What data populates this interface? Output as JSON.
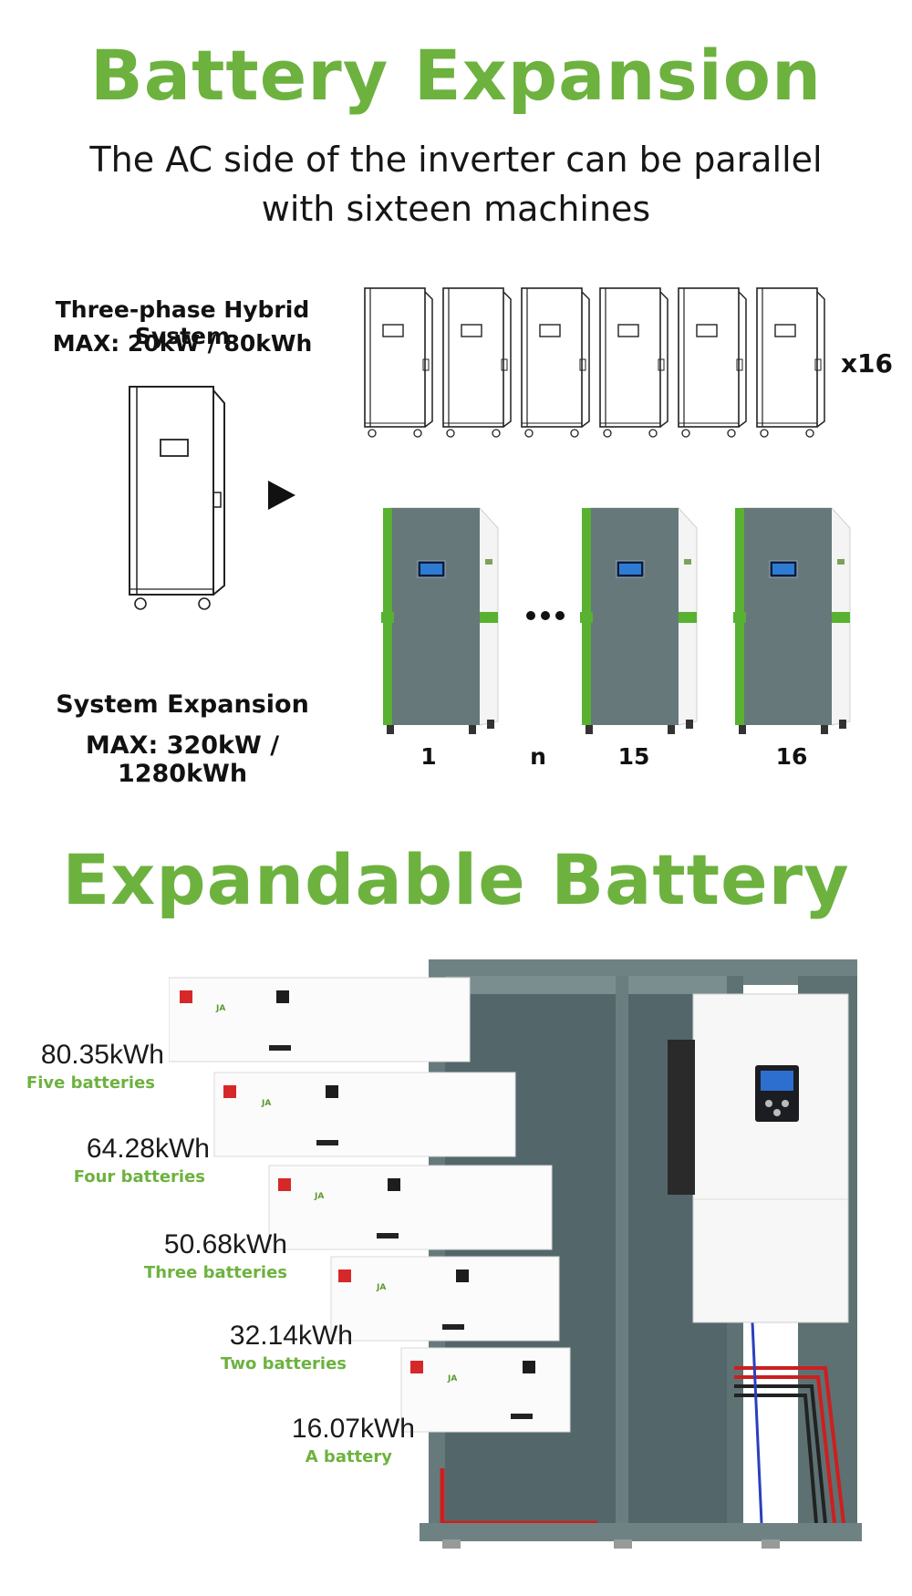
{
  "section1": {
    "title": "Battery Expansion",
    "subtitle_line1": "The AC side of the inverter can be parallel",
    "subtitle_line2": "with sixteen machines",
    "hybrid_label_line1": "Three-phase Hybrid System",
    "hybrid_label_line2": "MAX: 20kW / 80kWh",
    "multiplier": "x16",
    "expansion_label_line1": "System Expansion",
    "expansion_label_line2": "MAX: 320kW / 1280kWh",
    "unit_labels": [
      "1",
      "n",
      "15",
      "16"
    ]
  },
  "section2": {
    "title": "Expandable Battery",
    "capacities": [
      {
        "value": "80.35kWh",
        "label": "Five batteries"
      },
      {
        "value": "64.28kWh",
        "label": "Four batteries"
      },
      {
        "value": "50.68kWh",
        "label": "Three batteries"
      },
      {
        "value": "32.14kWh",
        "label": "Two batteries"
      },
      {
        "value": "16.07kWh",
        "label": "A battery"
      }
    ]
  },
  "colors": {
    "accent_green": "#6db23f",
    "cabinet_gray": "#667879"
  }
}
